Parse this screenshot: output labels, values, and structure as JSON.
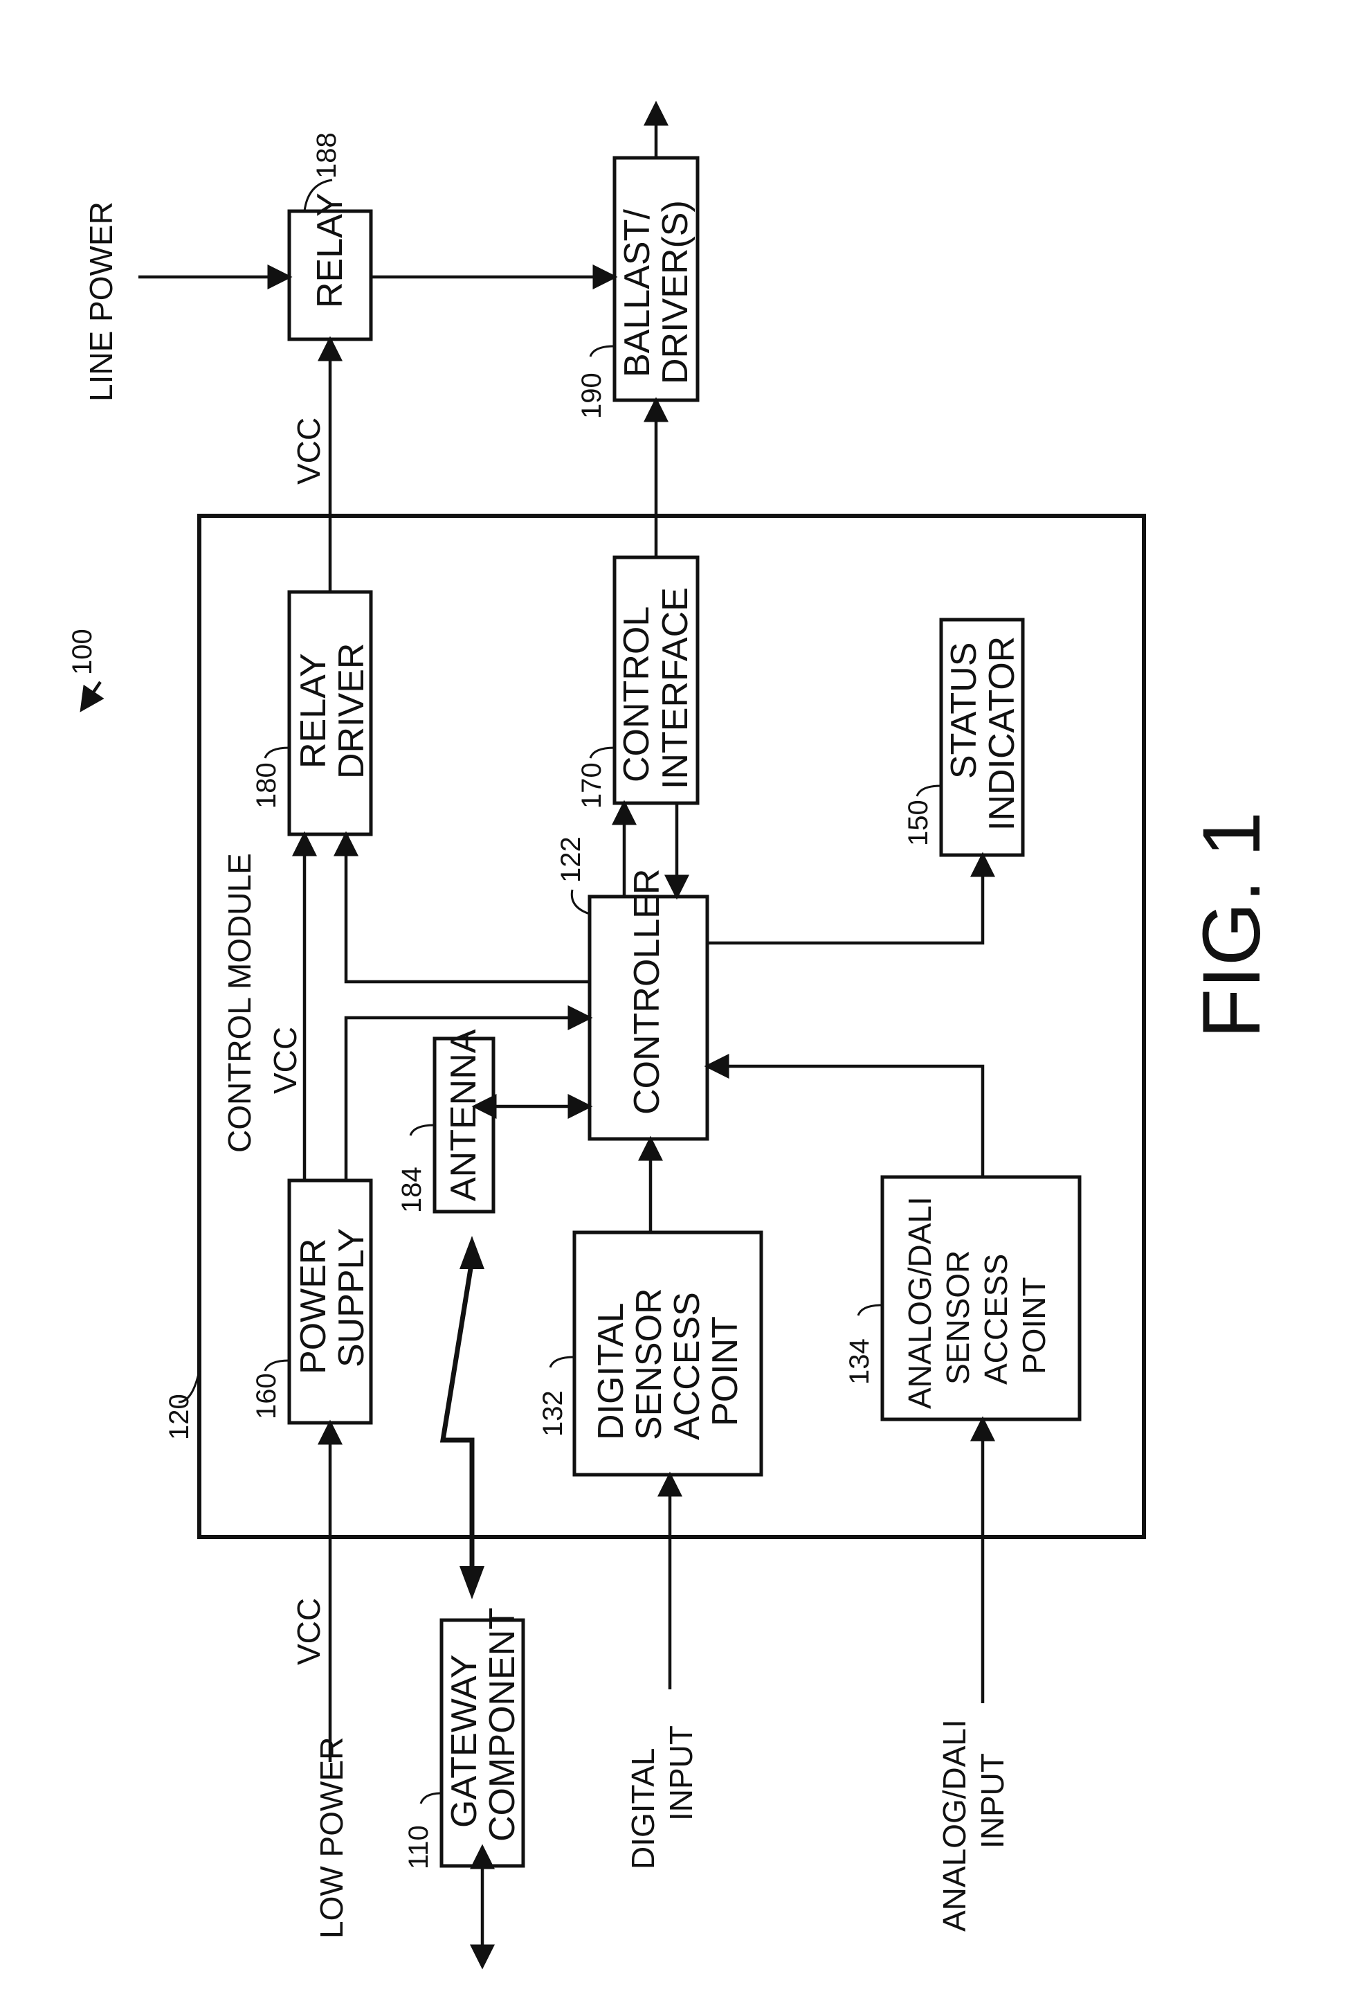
{
  "figure": {
    "ref_label": "100",
    "caption": "FIG. 1"
  },
  "control_module": {
    "title": "CONTROL MODULE",
    "ref": "120"
  },
  "blocks": {
    "relay": {
      "ref": "188",
      "lines": [
        "RELAY"
      ]
    },
    "ballast": {
      "ref": "190",
      "lines": [
        "BALLAST/",
        "DRIVER(S)"
      ]
    },
    "relay_driver": {
      "ref": "180",
      "lines": [
        "RELAY",
        "DRIVER"
      ]
    },
    "control_interface": {
      "ref": "170",
      "lines": [
        "CONTROL",
        "INTERFACE"
      ]
    },
    "status_indicator": {
      "ref": "150",
      "lines": [
        "STATUS",
        "INDICATOR"
      ]
    },
    "controller": {
      "ref": "122",
      "lines": [
        "CONTROLLER"
      ]
    },
    "antenna": {
      "ref": "184",
      "lines": [
        "ANTENNA"
      ]
    },
    "power_supply": {
      "ref": "160",
      "lines": [
        "POWER",
        "SUPPLY"
      ]
    },
    "digital_sensor_ap": {
      "ref": "132",
      "lines": [
        "DIGITAL",
        "SENSOR",
        "ACCESS",
        "POINT"
      ]
    },
    "analog_sensor_ap": {
      "ref": "134",
      "lines": [
        "ANALOG/DALI",
        "SENSOR",
        "ACCESS",
        "POINT"
      ]
    },
    "gateway": {
      "ref": "110",
      "lines": [
        "GATEWAY",
        "COMPONENT"
      ]
    }
  },
  "signals": {
    "line_power": "LINE POWER",
    "vcc_top": "VCC",
    "vcc_module": "VCC",
    "vcc_low": "VCC",
    "low_power": "LOW POWER",
    "digital_input": [
      "DIGITAL",
      "INPUT"
    ],
    "analog_input": [
      "ANALOG/DALI",
      "INPUT"
    ]
  }
}
